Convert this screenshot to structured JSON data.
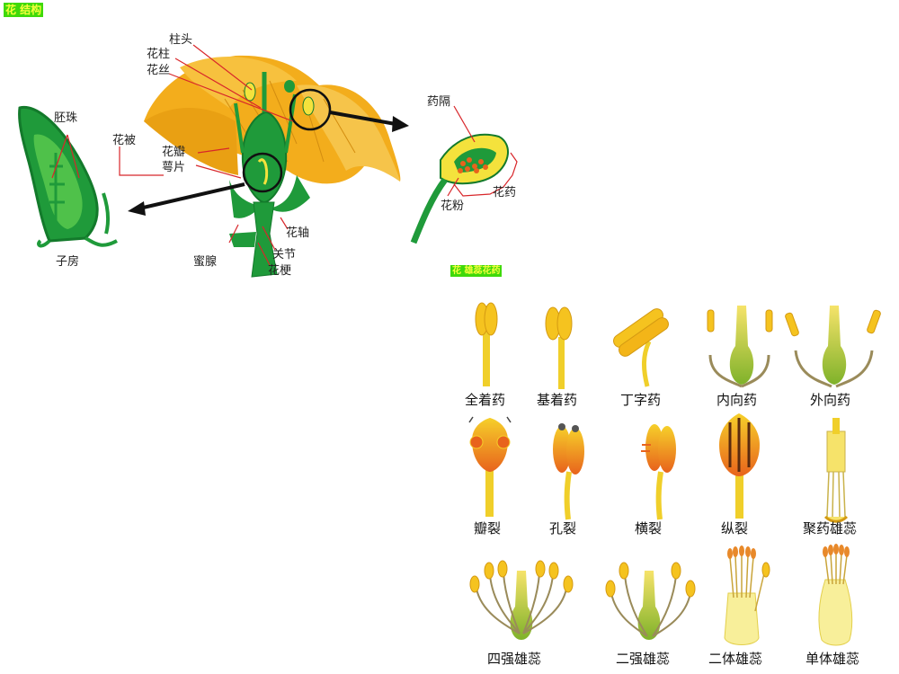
{
  "section_labels": {
    "flower_structure": "花 结构",
    "stamen_types": "花 雄蕊花药"
  },
  "flower_diagram": {
    "labels": {
      "stigma": "柱头",
      "style": "花柱",
      "filament": "花丝",
      "ovule": "胚珠",
      "perianth": "花被",
      "petal": "花瓣",
      "sepal": "萼片",
      "connective": "药隔",
      "anther": "花药",
      "pollen": "花粉",
      "ovary": "子房",
      "receptacle": "花轴",
      "node": "关节",
      "nectary": "蜜腺",
      "pedicel": "花梗"
    }
  },
  "stamen_diagram": {
    "rows": [
      [
        "全着药",
        "基着药",
        "丁字药",
        "内向药",
        "外向药"
      ],
      [
        "瓣裂",
        "孔裂",
        "横裂",
        "纵裂",
        "聚药雄蕊"
      ],
      [
        "四强雄蕊",
        "二强雄蕊",
        "二体雄蕊",
        "单体雄蕊"
      ]
    ]
  },
  "colors": {
    "petal_yellow": "#f5b21c",
    "green": "#1f9a3a",
    "dark_green": "#137a2b",
    "red_line": "#d8262a",
    "anther_orange": "#e8631c",
    "tag_bg": "#3fd90a",
    "tag_text": "#f4ff3a"
  }
}
